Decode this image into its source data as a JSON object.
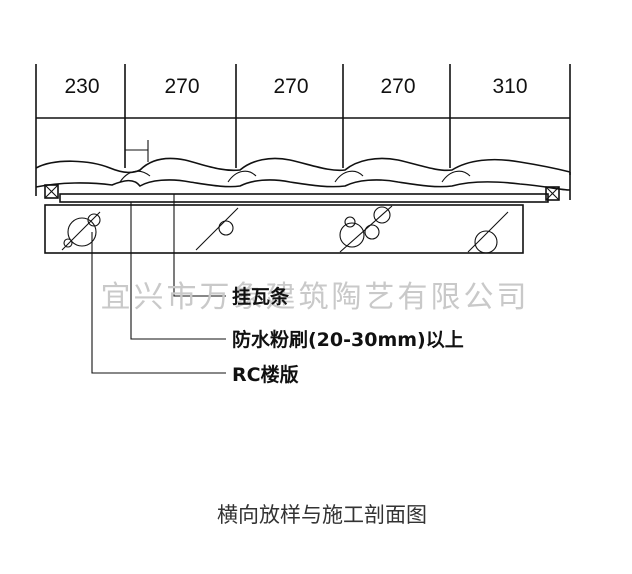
{
  "dimensions": [
    "230",
    "270",
    "270",
    "270",
    "310"
  ],
  "labels": {
    "batten": "挂瓦条",
    "waterproof": "防水粉刷(20-30mm)以上",
    "slab": "RC楼版"
  },
  "watermark": "宜兴市万象建筑陶艺有限公司",
  "caption": "横向放样与施工剖面图"
}
